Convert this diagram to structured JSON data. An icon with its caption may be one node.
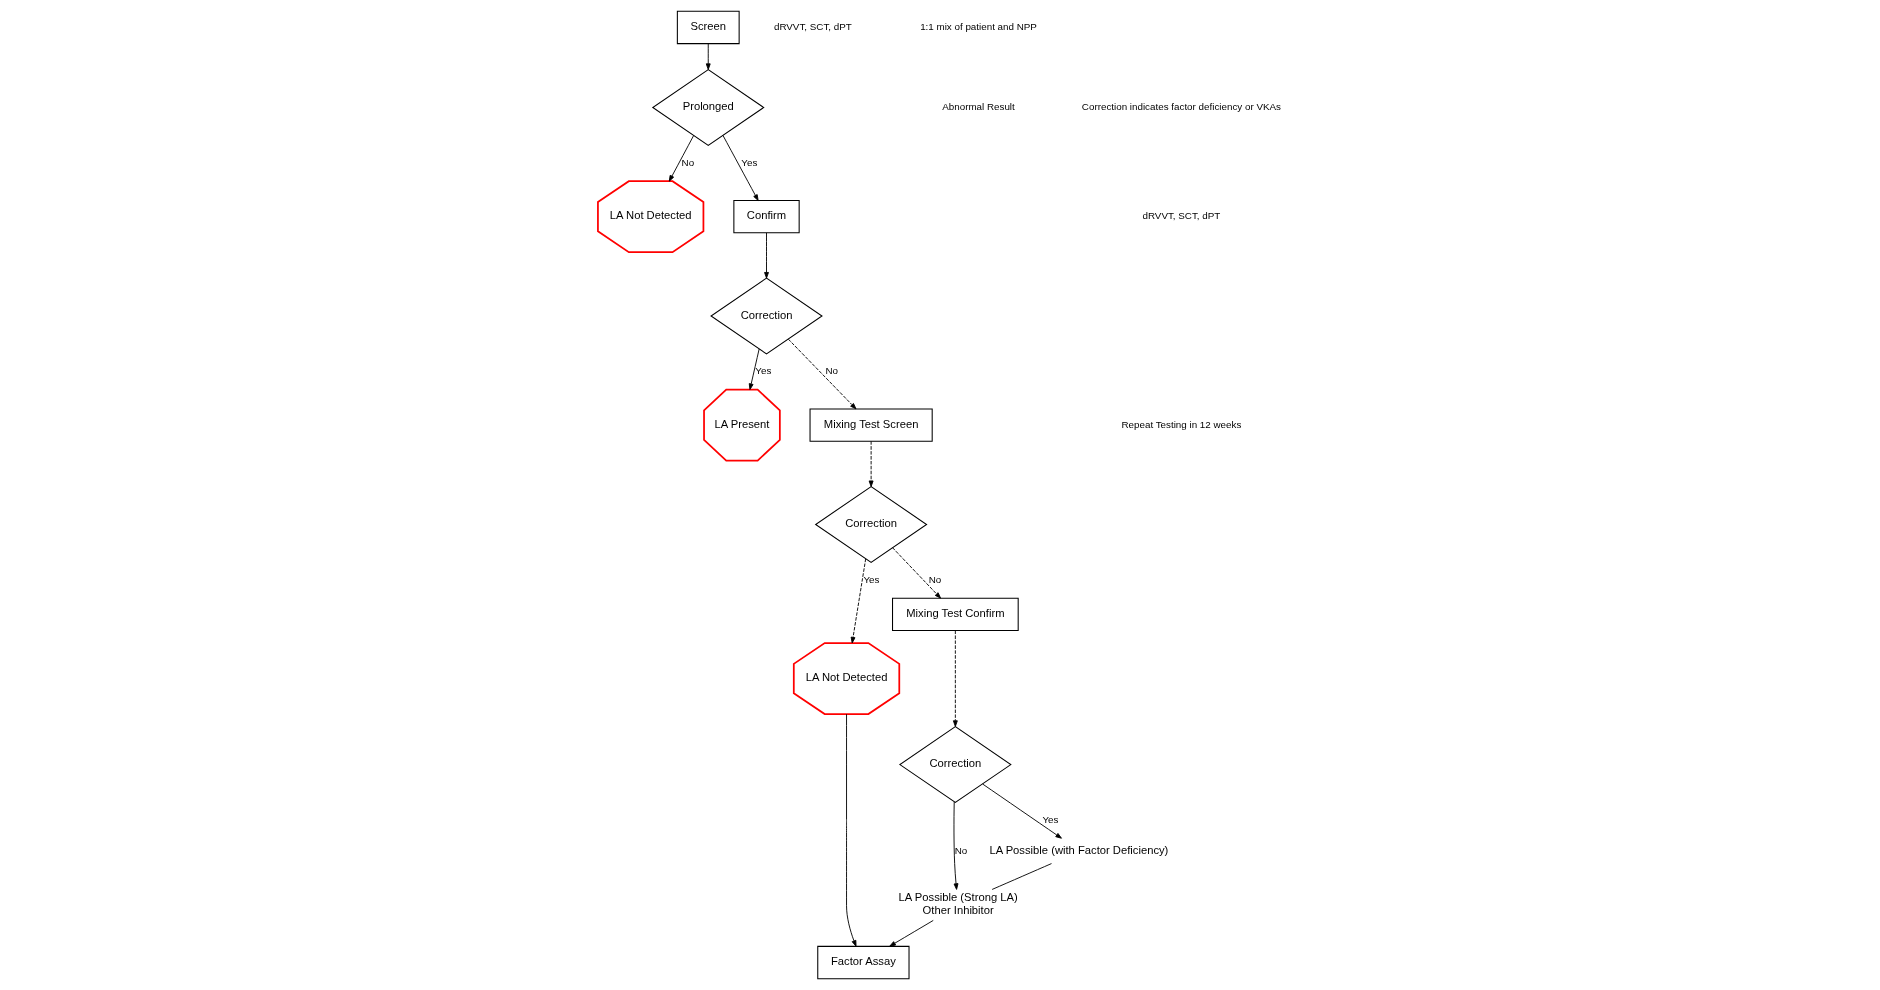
{
  "diagram": {
    "nodes": [
      {
        "text": [
          "Screen"
        ]
      },
      {
        "text": [
          "Prolonged"
        ]
      },
      {
        "text": [
          "LA Not Detected"
        ]
      },
      {
        "text": [
          "Confirm"
        ]
      },
      {
        "text": [
          "Correction"
        ]
      },
      {
        "text": [
          "LA Present"
        ]
      },
      {
        "text": [
          "Mixing Test Screen"
        ]
      },
      {
        "text": [
          "Correction"
        ]
      },
      {
        "text": [
          "LA Not Detected"
        ]
      },
      {
        "text": [
          "Mixing Test Confirm"
        ]
      },
      {
        "text": [
          "Factor Assay"
        ]
      },
      {
        "text": [
          "Correction"
        ]
      },
      {
        "text": [
          "LA Possible (Strong LA)",
          "Other Inhibitor"
        ]
      },
      {
        "text": [
          "LA Possible (with Factor Deficiency)"
        ]
      }
    ],
    "edges": [
      {
        "from": 0,
        "to": 1,
        "arrow": "to"
      },
      {
        "from": 1,
        "to": 2,
        "arrow": "to",
        "label": "No"
      },
      {
        "from": 1,
        "to": 3,
        "arrow": "to",
        "label": "Yes"
      },
      {
        "from": 3,
        "to": 4,
        "arrow": "to"
      },
      {
        "from": 4,
        "to": 6,
        "arrow": "to",
        "label": "No",
        "style": "dashed"
      },
      {
        "from": 4,
        "to": 5,
        "arrow": "to",
        "label": "Yes"
      },
      {
        "from": 6,
        "to": 7,
        "arrow": "to",
        "style": "dashed"
      },
      {
        "from": 7,
        "to": 8,
        "arrow": "to",
        "label": "Yes",
        "style": "dashed"
      },
      {
        "from": 7,
        "to": 9,
        "arrow": "to",
        "label": "No",
        "style": "dashed"
      },
      {
        "from": 9,
        "to": 11,
        "arrow": "to",
        "style": "dashed"
      },
      {
        "from": 11,
        "to": 12,
        "arrow": "to",
        "label": "No"
      },
      {
        "from": 11,
        "to": 13,
        "arrow": "to",
        "label": "Yes"
      },
      {
        "from": 8,
        "to": 10,
        "arrow": "to"
      },
      {
        "from": 12,
        "to": 10,
        "arrow": "to"
      },
      {
        "from": 13,
        "to": 12,
        "arrow": "none"
      }
    ],
    "labels": [
      "dRVVT, SCT, dPT",
      "1:1 mix of patient and NPP",
      "Abnormal Result",
      "Correction indicates factor deficiency or VKAs",
      "dRVVT, SCT, dPT",
      "Repeat Testing in 12 weeks"
    ]
  }
}
